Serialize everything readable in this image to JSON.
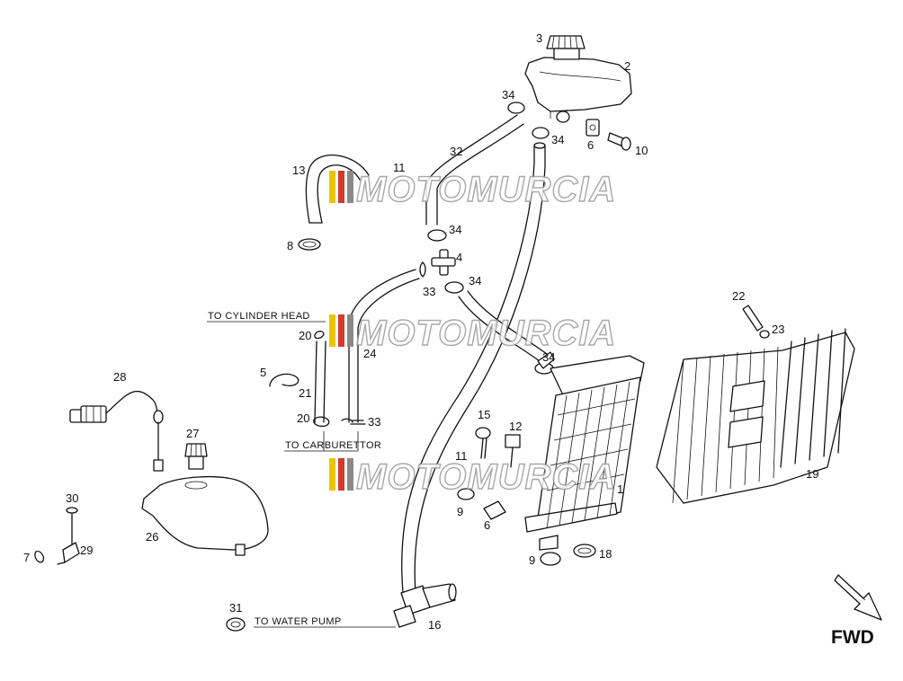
{
  "callouts": {
    "n1": "1",
    "n2": "2",
    "n3": "3",
    "n4": "4",
    "n5": "5",
    "n6a": "6",
    "n6b": "6",
    "n7": "7",
    "n8": "8",
    "n9a": "9",
    "n9b": "9",
    "n10": "10",
    "n11a": "11",
    "n11b": "11",
    "n12": "12",
    "n13": "13",
    "n15": "15",
    "n16": "16",
    "n18": "18",
    "n19": "19",
    "n20a": "20",
    "n20b": "20",
    "n21": "21",
    "n22": "22",
    "n23": "23",
    "n24": "24",
    "n26": "26",
    "n27": "27",
    "n28": "28",
    "n29": "29",
    "n30": "30",
    "n31": "31",
    "n32": "32",
    "n33a": "33",
    "n33b": "33",
    "n34a": "34",
    "n34b": "34",
    "n34c": "34",
    "n34d": "34",
    "n34e": "34"
  },
  "notes": {
    "cylinder_head": "TO CYLINDER HEAD",
    "carburettor": "TO CARBURETTOR",
    "water_pump": "TO WATER PUMP"
  },
  "direction": {
    "label": "FWD"
  },
  "watermark": {
    "text": "MOTOMURCIA",
    "stripe_colors": [
      "#e8c400",
      "#d23a2a",
      "#8a8a8a"
    ]
  }
}
